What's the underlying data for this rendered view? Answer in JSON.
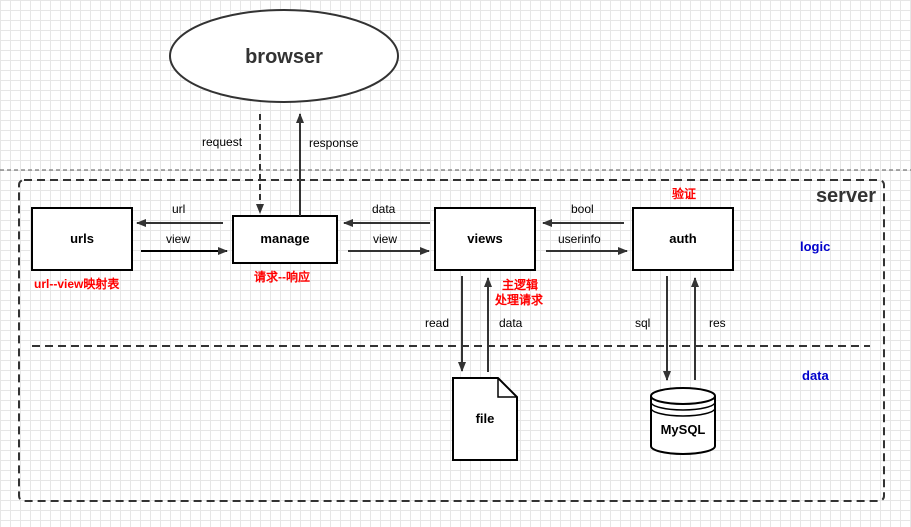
{
  "nodes": {
    "browser": "browser",
    "urls": "urls",
    "manage": "manage",
    "views": "views",
    "auth": "auth",
    "file": "file",
    "mysql": "MySQL"
  },
  "container_label": "server",
  "layers": {
    "logic": "logic",
    "data": "data"
  },
  "edges": {
    "request": "request",
    "response": "response",
    "manage_to_urls": "url",
    "urls_to_manage": "view",
    "views_to_manage": "data",
    "manage_to_views": "view",
    "auth_to_views": "bool",
    "views_to_auth": "userinfo",
    "views_to_file": "read",
    "file_to_views": "data",
    "auth_to_mysql": "sql",
    "mysql_to_auth": "res"
  },
  "notes": {
    "urls": "url--view映射表",
    "manage": "请求--响应",
    "auth": "验证",
    "views_line1": "主逻辑",
    "views_line2": "处理请求"
  },
  "colors": {
    "note": "#ff0000",
    "layer_label": "#0000cc",
    "stroke": "#333333"
  }
}
